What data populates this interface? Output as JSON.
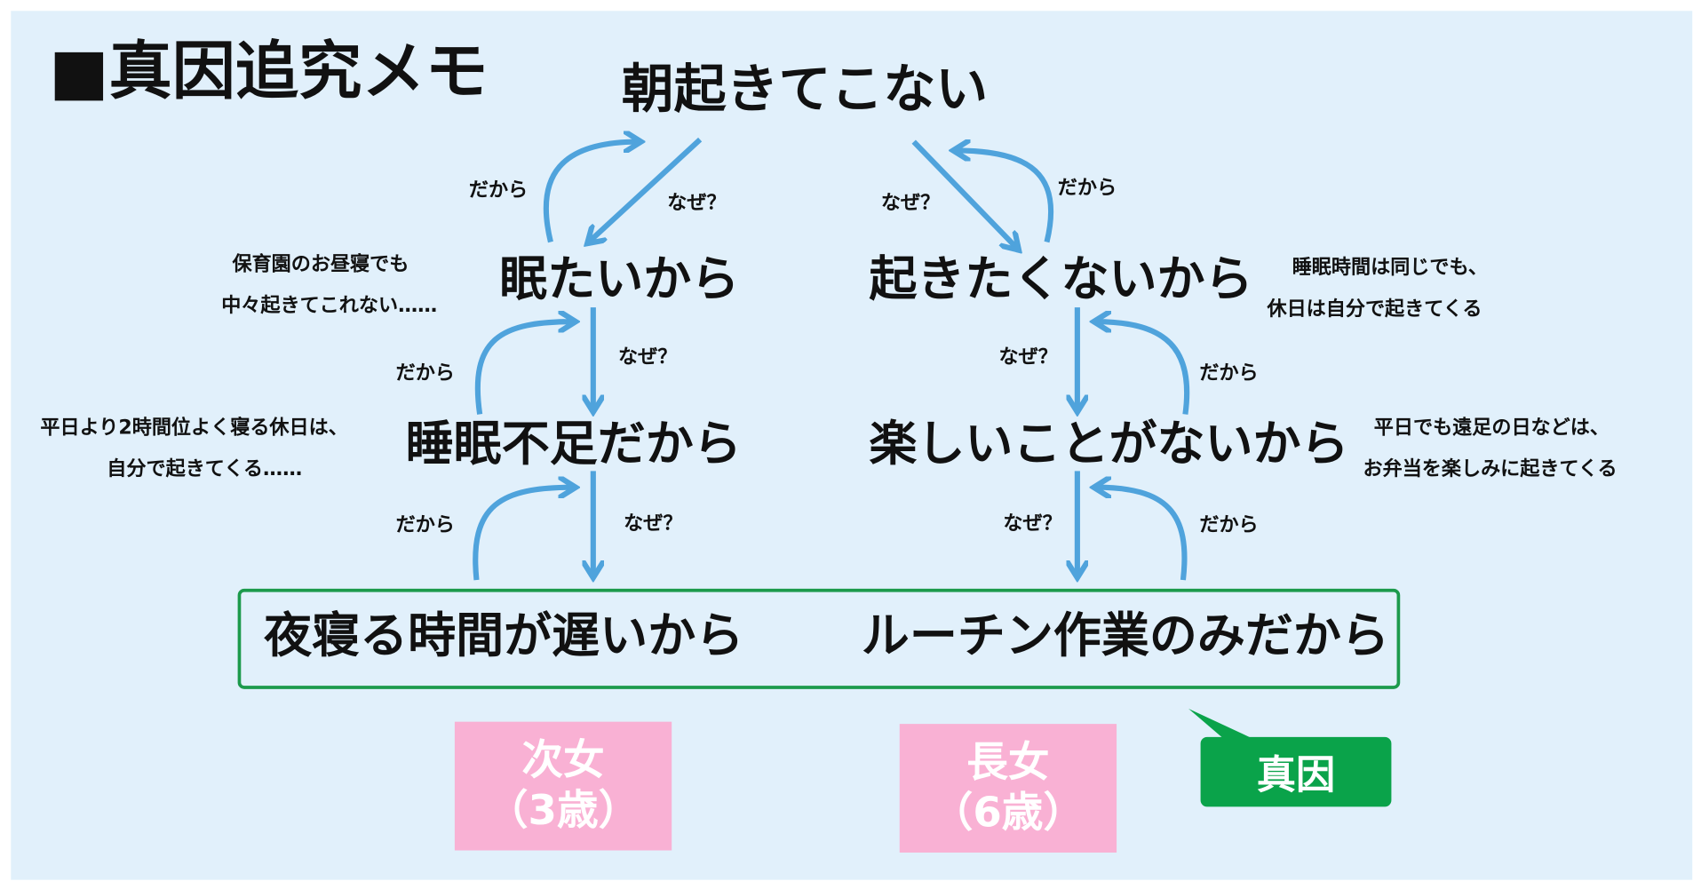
{
  "title": "■真因追究メモ",
  "root": "朝起きてこない",
  "left": {
    "l1": "眠たいから",
    "l2": "睡眠不足だから",
    "root_cause": "夜寝る時間が遅いから",
    "note1": [
      "保育園のお昼寝でも",
      "中々起きてこれない……"
    ],
    "note2": [
      "平日より2時間位よく寝る休日は、",
      "自分で起きてくる……"
    ],
    "child": [
      "次女",
      "（3歳）"
    ]
  },
  "right": {
    "l1": "起きたくないから",
    "l2": "楽しいことがないから",
    "root_cause": "ルーチン作業のみだから",
    "note1": [
      "睡眠時間は同じでも、",
      "休日は自分で起きてくる"
    ],
    "note2": [
      "平日でも遠足の日などは、",
      "お弁当を楽しみに起きてくる"
    ],
    "child": [
      "長女",
      "（6歳）"
    ]
  },
  "labels": {
    "why": "なぜ？",
    "therefore": "だから"
  },
  "callout": "真因",
  "colors": {
    "background": "#e1f0fb",
    "arrow": "#4fa3dc",
    "box_border": "#1c9a4c",
    "pink": "#f9b1d4",
    "callout": "#0aa34a"
  }
}
